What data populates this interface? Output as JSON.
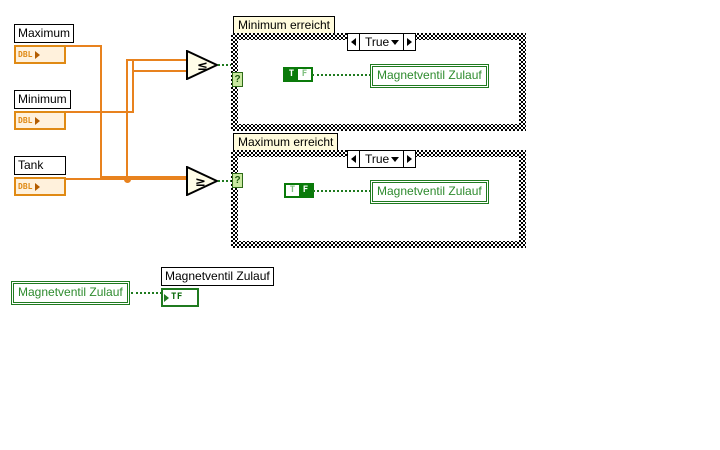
{
  "diagram": {
    "kind": "labview-block-diagram",
    "background": "#ffffff",
    "wire_color_numeric": "#E8821E",
    "wire_color_boolean": "#1F7A1F"
  },
  "controls": [
    {
      "label": "Maximum",
      "terminal_type": "DBL",
      "terminal_icon": "dbl-numeric-terminal-icon"
    },
    {
      "label": "Minimum",
      "terminal_type": "DBL",
      "terminal_icon": "dbl-numeric-terminal-icon"
    },
    {
      "label": "Tank",
      "terminal_type": "DBL",
      "terminal_icon": "dbl-numeric-terminal-icon"
    }
  ],
  "functions": [
    {
      "name": "less-or-equal",
      "glyph": "≤",
      "icon": "less-or-equal-icon"
    },
    {
      "name": "greater-or-equal",
      "glyph": "≥",
      "icon": "greater-or-equal-icon"
    }
  ],
  "case_structures": [
    {
      "caption": "Minimum erreicht",
      "selector_value": "True",
      "selector_terminal": "?",
      "left_arrow": "◀",
      "right_arrow": "▶",
      "constant": {
        "type": "boolean",
        "value": "T",
        "on_text": "T",
        "off_text": "F",
        "active": "T"
      },
      "local_variable": "Magnetventil Zulauf"
    },
    {
      "caption": "Maximum erreicht",
      "selector_value": "True",
      "selector_terminal": "?",
      "left_arrow": "◀",
      "right_arrow": "▶",
      "constant": {
        "type": "boolean",
        "value": "F",
        "on_text": "T",
        "off_text": "F",
        "active": "F"
      },
      "local_variable": "Magnetventil Zulauf"
    }
  ],
  "bottom": {
    "local_variable": "Magnetventil Zulauf",
    "indicator_label": "Magnetventil Zulauf",
    "indicator_terminal_text": "TF",
    "indicator_icon": "boolean-indicator-terminal-icon"
  }
}
